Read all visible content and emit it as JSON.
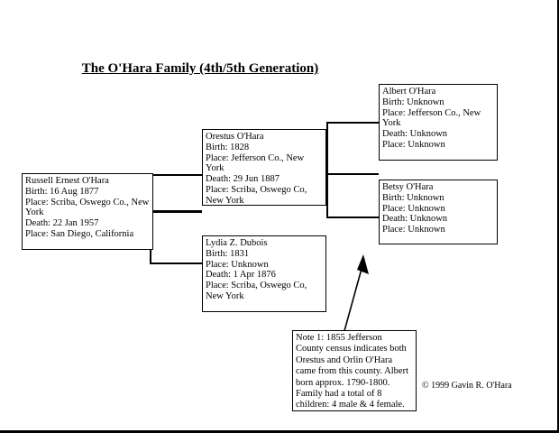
{
  "document": {
    "title": "The O'Hara Family (4th/5th Generation)",
    "copyright": "© 1999 Gavin R. O'Hara"
  },
  "people": {
    "russell": {
      "name": "Russell Ernest O'Hara",
      "birth": "Birth: 16 Aug 1877",
      "birth_place": "Place: Scriba, Oswego Co., New York",
      "death": "Death: 22 Jan 1957",
      "death_place": "Place: San Diego, California"
    },
    "orestus": {
      "name": "Orestus O'Hara",
      "birth": "Birth: 1828",
      "birth_place": "Place: Jefferson Co., New York",
      "death": "Death: 29 Jun 1887",
      "death_place": "Place: Scriba, Oswego Co, New York"
    },
    "lydia": {
      "name": "Lydia Z. Dubois",
      "birth": "Birth: 1831",
      "birth_place": "Place: Unknown",
      "death": "Death: 1 Apr 1876",
      "death_place": "Place: Scriba, Oswego Co, New York"
    },
    "albert": {
      "name": "Albert O'Hara",
      "birth": "Birth: Unknown",
      "birth_place": "Place: Jefferson Co., New York",
      "death": "Death: Unknown",
      "death_place": "Place: Unknown"
    },
    "betsy": {
      "name": "Betsy O'Hara",
      "birth": "Birth: Unknown",
      "birth_place": "Place: Unknown",
      "death": "Death: Unknown",
      "death_place": "Place: Unknown"
    }
  },
  "note": {
    "lines": [
      "Note 1: 1855 Jefferson",
      "County census indicates both",
      "Orestus and Orlin O'Hara",
      "came from this county.  Albert",
      "born approx. 1790-1800.",
      "Family had a total of 8",
      "children: 4 male & 4 female."
    ]
  },
  "colors": {
    "ink": "#000000",
    "paper": "#ffffff"
  }
}
